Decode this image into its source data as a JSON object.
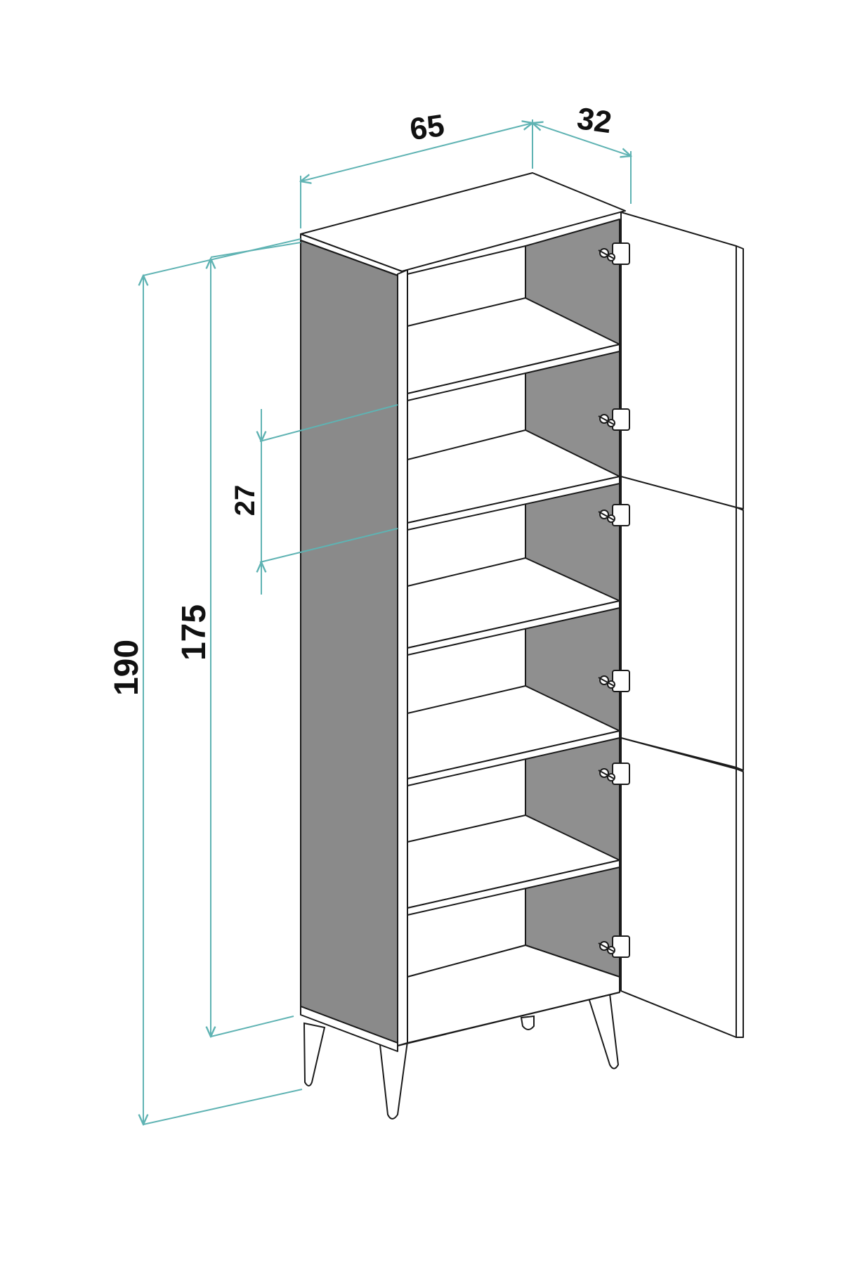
{
  "dimensions": {
    "width": "65",
    "depth": "32",
    "total_height": "190",
    "body_height": "175",
    "shelf_spacing": "27"
  },
  "colors": {
    "dimension_line": "#5fb3b3",
    "outline": "#1a1a1a",
    "side_panel": "#8a8a8a",
    "back_panel": "#8f8f8f",
    "shelf": "#ffffff",
    "label": "#111111"
  },
  "icons": {
    "hinge": "hinge-icon",
    "leg": "tapered-leg"
  }
}
